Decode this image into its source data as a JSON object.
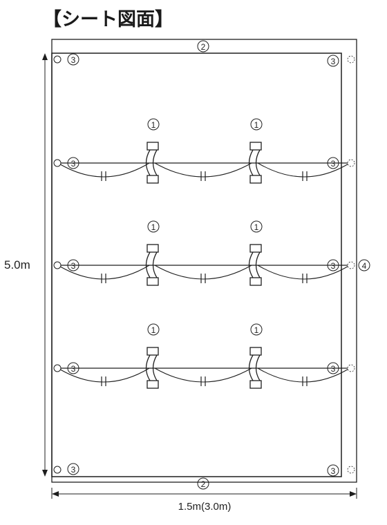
{
  "title": "【シート図面】",
  "labels": {
    "n1": "1",
    "n2": "2",
    "n3": "3",
    "n4": "4",
    "height": "5.0m",
    "width": "1.5m(3.0m)"
  },
  "colors": {
    "ink": "#1e1e1e",
    "faint": "#888888"
  },
  "parts": [
    {
      "key": "n1",
      "count": 6
    },
    {
      "key": "n2",
      "count": 2
    },
    {
      "key": "n3",
      "count": 10
    },
    {
      "key": "n4",
      "count": 1
    }
  ]
}
